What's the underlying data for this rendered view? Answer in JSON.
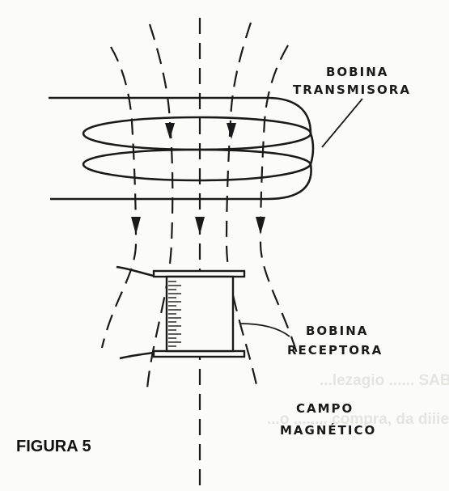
{
  "labels": {
    "transmitter_line1": "BOBINA",
    "transmitter_line2": "TRANSMISORA",
    "receiver_line1": "BOBINA",
    "receiver_line2": "RECEPTORA",
    "field_line1": "CAMPO",
    "field_line2": "MAGNÉTICO"
  },
  "caption": "FIGURA 5",
  "show_through_text": {
    "line1": "...lezagio ...... SABER PUBLI",
    "line2": "...o ........ compra, da diiiere"
  },
  "colors": {
    "ink": "#1a1a1a",
    "paper": "#fbfbf9"
  }
}
